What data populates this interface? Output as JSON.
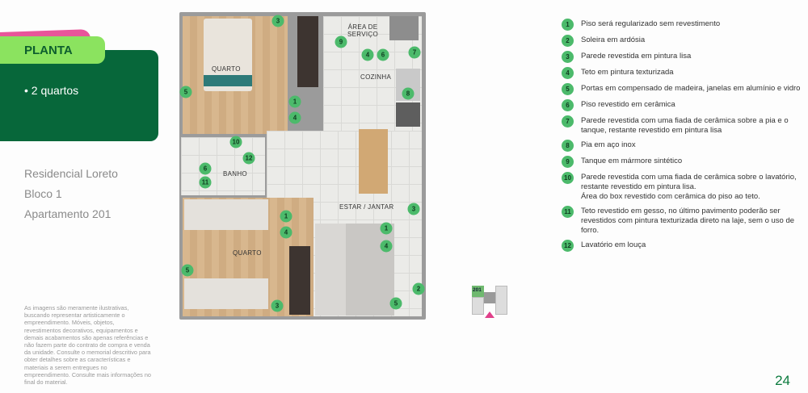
{
  "section_tab": "PLANTA",
  "features": [
    "• 2 quartos"
  ],
  "project": {
    "name": "Residencial Loreto",
    "block": "Bloco 1",
    "unit": "Apartamento 201"
  },
  "disclaimer": "As imagens são meramente ilustrativas, buscando representar artisticamente o empreendimento. Móveis, objetos, revestimentos decorativos, equipamentos e demais acabamentos são apenas referências e não fazem parte do contrato de compra e venda da unidade. Consulte o memorial descritivo para obter detalhes sobre as características e materiais a serem entregues no empreendimento. Consulte mais informações no final do material.",
  "rooms": {
    "quarto1": "QUARTO",
    "servico": "ÁREA DE SERVIÇO",
    "cozinha": "COZINHA",
    "banho": "BANHO",
    "quarto2": "QUARTO",
    "estar": "ESTAR / JANTAR"
  },
  "markers": [
    "3",
    "9",
    "4",
    "6",
    "7",
    "8",
    "5",
    "1",
    "4",
    "10",
    "12",
    "6",
    "11",
    "3",
    "1",
    "4",
    "1",
    "4",
    "5",
    "2",
    "5",
    "3"
  ],
  "legend": [
    {
      "n": "1",
      "t": "Piso será regularizado sem revestimento"
    },
    {
      "n": "2",
      "t": "Soleira em ardósia"
    },
    {
      "n": "3",
      "t": "Parede revestida em pintura lisa"
    },
    {
      "n": "4",
      "t": "Teto em pintura texturizada"
    },
    {
      "n": "5",
      "t": "Portas em compensado de madeira, janelas em alumínio e vidro"
    },
    {
      "n": "6",
      "t": "Piso revestido em cerâmica"
    },
    {
      "n": "7",
      "t": "Parede revestida com uma fiada de cerâmica sobre a pia e o tanque, restante revestido em pintura lisa"
    },
    {
      "n": "8",
      "t": "Pia em aço inox"
    },
    {
      "n": "9",
      "t": "Tanque em mármore sintético"
    },
    {
      "n": "10",
      "t": "Parede revestida com uma fiada de cerâmica sobre o lavatório, restante revestido em pintura lisa.\nÁrea do box revestido com cerâmica do piso ao teto."
    },
    {
      "n": "11",
      "t": "Teto revestido em gesso, no último pavimento poderão ser revestidos com pintura texturizada direto na laje, sem o uso de forro."
    },
    {
      "n": "12",
      "t": "Lavatório em louça"
    }
  ],
  "key_plan": {
    "unit": "201"
  },
  "page_number": "24",
  "colors": {
    "dark_green": "#07673a",
    "light_green": "#8be35f",
    "marker": "#4cba6b",
    "pink": "#e8559a"
  }
}
